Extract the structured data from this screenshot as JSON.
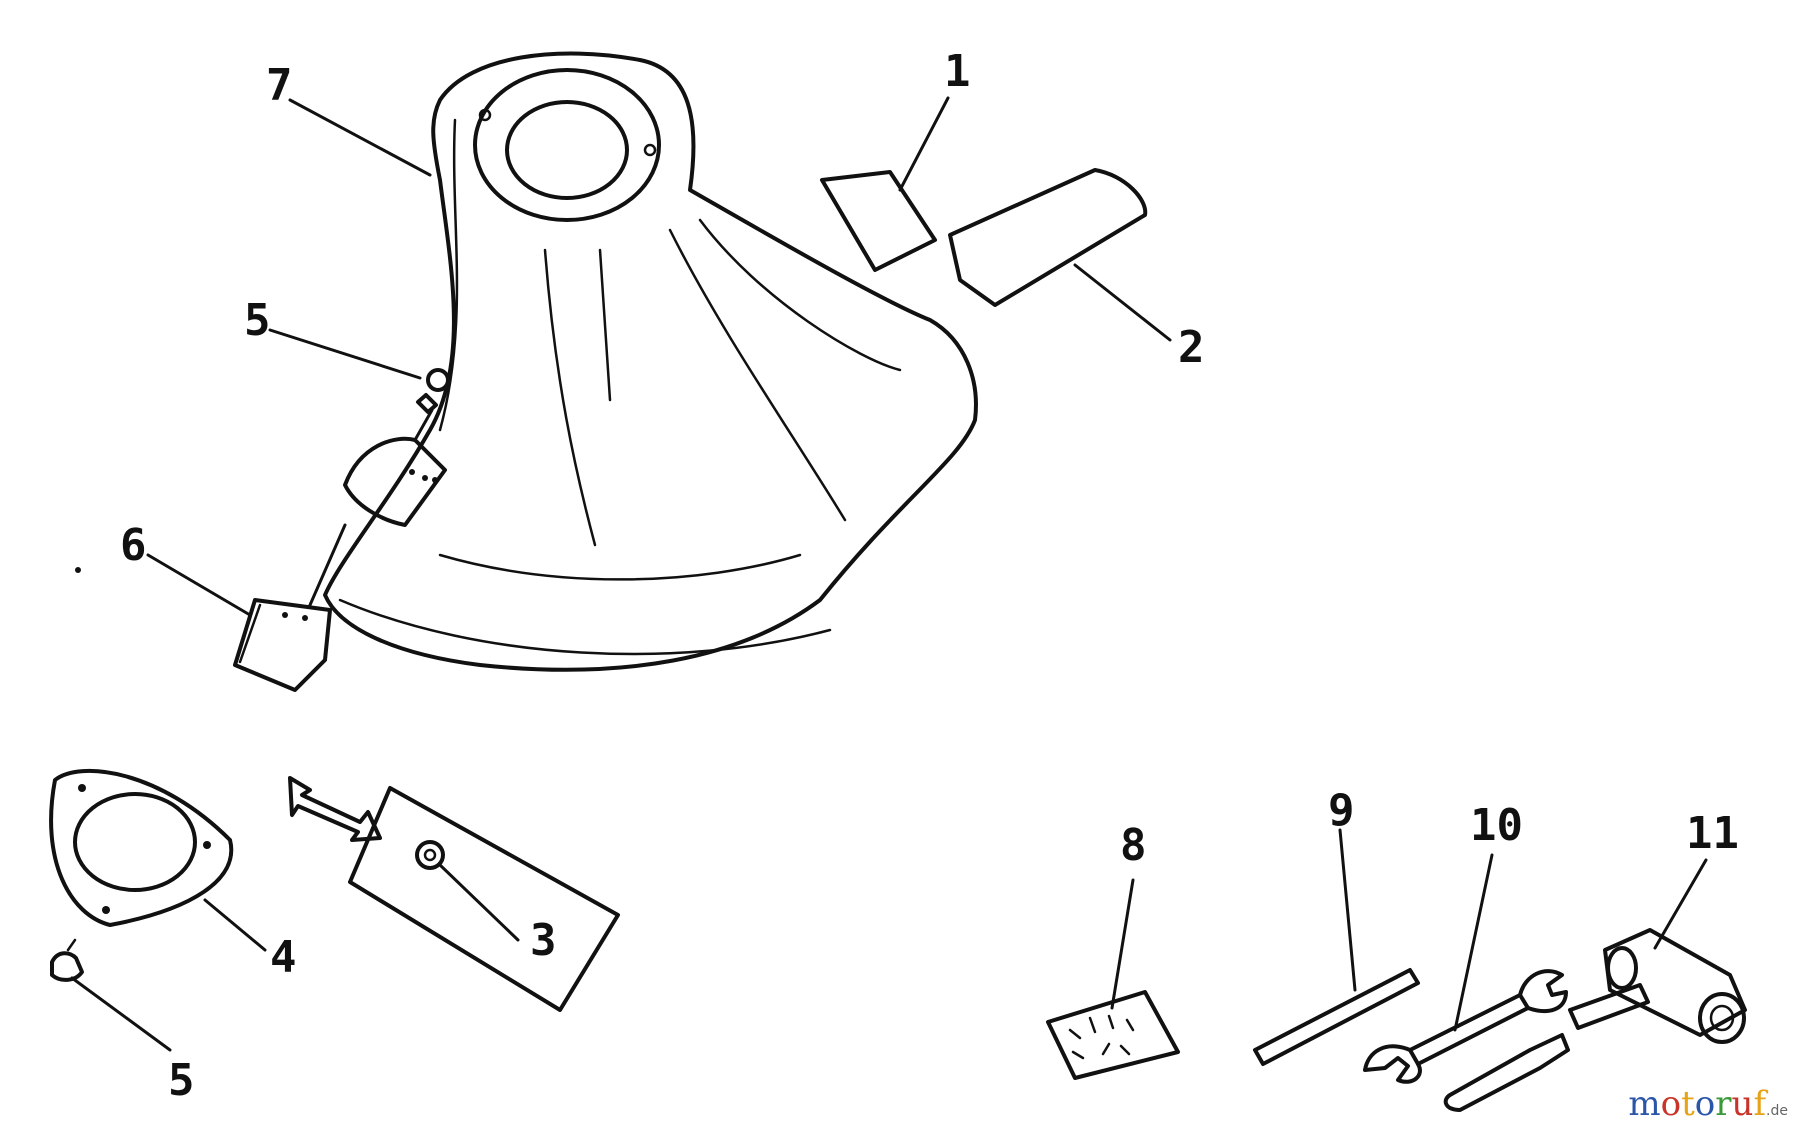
{
  "callouts": {
    "n1": "1",
    "n2": "2",
    "n3": "3",
    "n4": "4",
    "n5_top": "5",
    "n5_bottom": "5",
    "n6": "6",
    "n7": "7",
    "n8": "8",
    "n9": "9",
    "n10": "10",
    "n11": "11"
  },
  "watermark": {
    "letters": [
      "m",
      "o",
      "t",
      "o",
      "r",
      "u",
      "f"
    ],
    "colors": [
      "#2a55a8",
      "#c8342a",
      "#e6a318",
      "#2a55a8",
      "#3a9a3a",
      "#c8342a",
      "#e6a318"
    ],
    "tld": ".de"
  }
}
